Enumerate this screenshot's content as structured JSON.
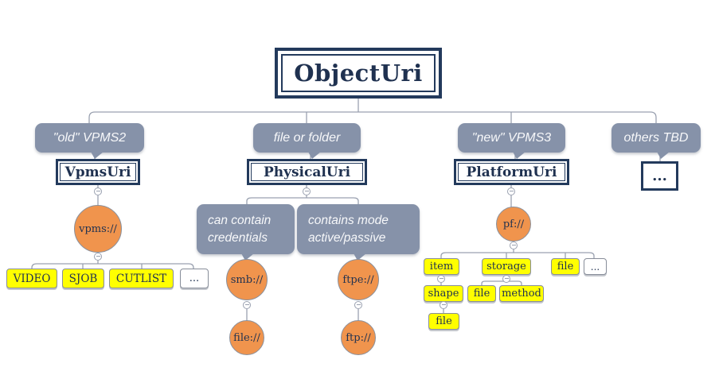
{
  "colors": {
    "navy": "#233a5c",
    "callout": "#8692a9",
    "line": "#9aa1b0",
    "orange": "#f0944d",
    "yellow": "#ffff00",
    "nodeborder": "#8a909c"
  },
  "icons": {
    "collapse_toggle": "circled-minus"
  },
  "root_label": "ObjectUri",
  "vpms2": {
    "callout": "\"old\" VPMS2",
    "box": "VpmsUri",
    "scheme": "vpms://",
    "types": [
      "VIDEO",
      "SJOB",
      "CUTLIST",
      "..."
    ]
  },
  "physical": {
    "callout": "file or folder",
    "box": "PhysicalUri",
    "note_credentials": "can contain credentials",
    "note_mode": "contains mode active/passive",
    "scheme_smb": "smb://",
    "scheme_ftpe": "ftpe://",
    "scheme_file": "file://",
    "scheme_ftp": "ftp://"
  },
  "platform": {
    "callout": "\"new\" VPMS3",
    "box": "PlatformUri",
    "scheme": "pf://",
    "level1": [
      "item",
      "storage",
      "file",
      "..."
    ],
    "item_child": "shape",
    "shape_child": "file",
    "storage_children": [
      "file",
      "method"
    ]
  },
  "others": {
    "callout": "others TBD",
    "box": "..."
  }
}
